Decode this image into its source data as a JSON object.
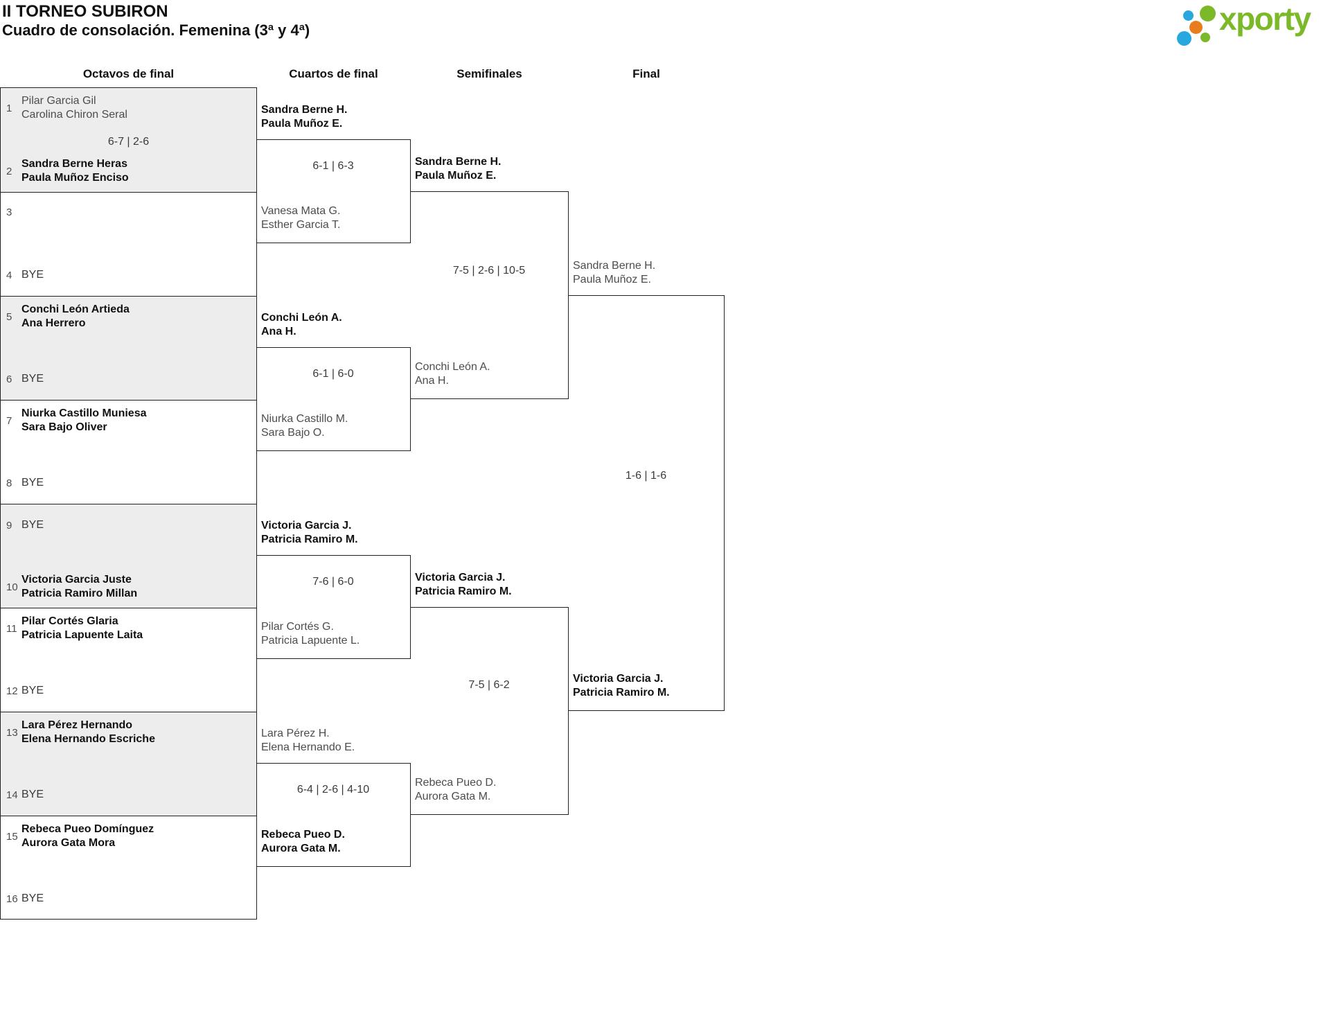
{
  "page": {
    "title": "II TORNEO SUBIRON",
    "subtitle": "Cuadro de consolación. Femenina (3ª y 4ª)"
  },
  "logo": {
    "text": "xporty",
    "colors": {
      "green": "#7cb928",
      "blue": "#29a8e0",
      "orange": "#e87d1e"
    }
  },
  "columns": {
    "r16": "Octavos de final",
    "qf": "Cuartos de final",
    "sf": "Semifinales",
    "f": "Final"
  },
  "r16": [
    {
      "seed_top": "1",
      "top1": "Pilar Garcia Gil",
      "top2": "Carolina Chiron Seral",
      "score": "6-7 | 2-6",
      "seed_bottom": "2",
      "bottom1": "Sandra Berne Heras",
      "bottom2": "Paula Muñoz Enciso"
    },
    {
      "seed_top": "3",
      "top1": "",
      "top2": "",
      "score": "",
      "seed_bottom": "4",
      "bottom1": "BYE",
      "bottom2": ""
    },
    {
      "seed_top": "5",
      "top1": "Conchi León Artieda",
      "top2": "Ana Herrero",
      "score": "",
      "seed_bottom": "6",
      "bottom1": "BYE",
      "bottom2": ""
    },
    {
      "seed_top": "7",
      "top1": "Niurka Castillo Muniesa",
      "top2": "Sara Bajo Oliver",
      "score": "",
      "seed_bottom": "8",
      "bottom1": "BYE",
      "bottom2": ""
    },
    {
      "seed_top": "9",
      "top1": "BYE",
      "top2": "",
      "score": "",
      "seed_bottom": "10",
      "bottom1": "Victoria Garcia Juste",
      "bottom2": "Patricia Ramiro Millan"
    },
    {
      "seed_top": "11",
      "top1": "Pilar Cortés Glaria",
      "top2": "Patricia Lapuente Laita",
      "score": "",
      "seed_bottom": "12",
      "bottom1": "BYE",
      "bottom2": ""
    },
    {
      "seed_top": "13",
      "top1": "Lara Pérez Hernando",
      "top2": "Elena Hernando Escriche",
      "score": "",
      "seed_bottom": "14",
      "bottom1": "BYE",
      "bottom2": ""
    },
    {
      "seed_top": "15",
      "top1": "Rebeca Pueo Domínguez",
      "top2": "Aurora Gata Mora",
      "score": "",
      "seed_bottom": "16",
      "bottom1": "BYE",
      "bottom2": ""
    }
  ],
  "qf": [
    {
      "top1": "Sandra Berne H.",
      "top2": "Paula Muñoz E.",
      "score": "6-1 | 6-3",
      "bottom1": "Vanesa Mata G.",
      "bottom2": "Esther Garcia T."
    },
    {
      "top1": "Conchi León A.",
      "top2": "Ana H.",
      "score": "6-1 | 6-0",
      "bottom1": "Niurka Castillo M.",
      "bottom2": "Sara Bajo O."
    },
    {
      "top1": "Victoria Garcia J.",
      "top2": "Patricia Ramiro M.",
      "score": "7-6 | 6-0",
      "bottom1": "Pilar Cortés G.",
      "bottom2": "Patricia Lapuente L."
    },
    {
      "top1": "Lara Pérez H.",
      "top2": "Elena Hernando E.",
      "score": "6-4 | 2-6 | 4-10",
      "bottom1": "Rebeca Pueo D.",
      "bottom2": "Aurora Gata M."
    }
  ],
  "sf": [
    {
      "top1": "Sandra Berne H.",
      "top2": "Paula Muñoz E.",
      "score": "7-5 | 2-6 | 10-5",
      "bottom1": "Conchi León A.",
      "bottom2": "Ana H."
    },
    {
      "top1": "Victoria Garcia J.",
      "top2": "Patricia Ramiro M.",
      "score": "7-5 | 6-2",
      "bottom1": "Rebeca Pueo D.",
      "bottom2": "Aurora Gata M."
    }
  ],
  "final": {
    "top1": "Sandra Berne H.",
    "top2": "Paula Muñoz E.",
    "score": "1-6 | 1-6",
    "bottom1": "Victoria Garcia J.",
    "bottom2": "Patricia Ramiro M."
  }
}
